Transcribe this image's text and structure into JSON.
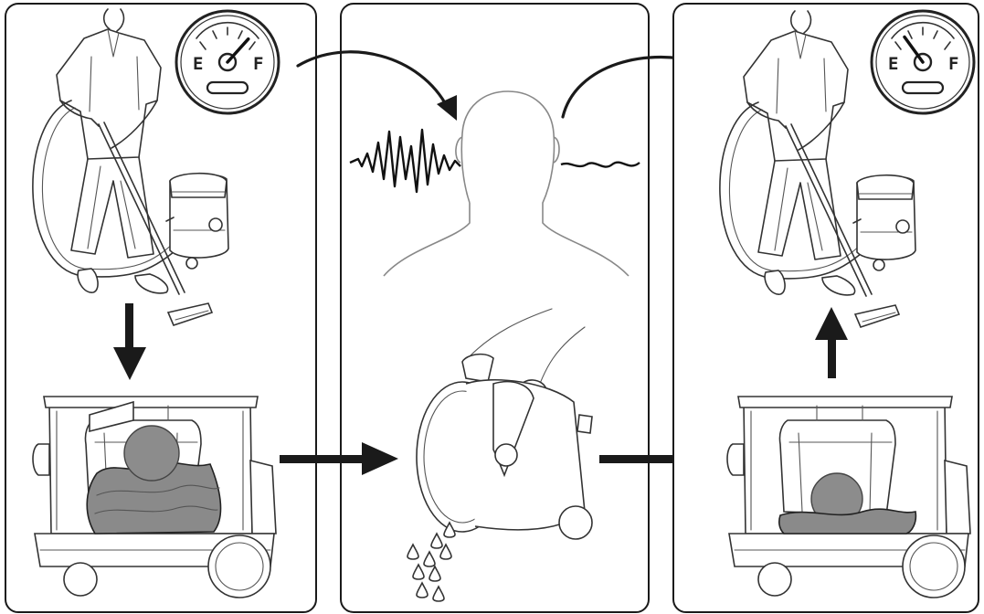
{
  "diagram": {
    "panels": [
      {
        "id": "full",
        "gauge": {
          "empty_label": "E",
          "full_label": "F",
          "level": 0.85
        },
        "water_level": "high"
      },
      {
        "id": "empty-tank"
      },
      {
        "id": "refilled",
        "gauge": {
          "empty_label": "E",
          "full_label": "F",
          "level": 0.2
        },
        "water_level": "low"
      }
    ],
    "colors": {
      "outline": "#1a1a1a",
      "water": "#8a8a8a",
      "background": "#ffffff"
    },
    "icons": [
      "person-vacuuming-icon",
      "fuel-gauge-icon",
      "wet-vacuum-icon",
      "head-silhouette-icon",
      "sound-wave-icon",
      "water-drop-icon"
    ]
  }
}
